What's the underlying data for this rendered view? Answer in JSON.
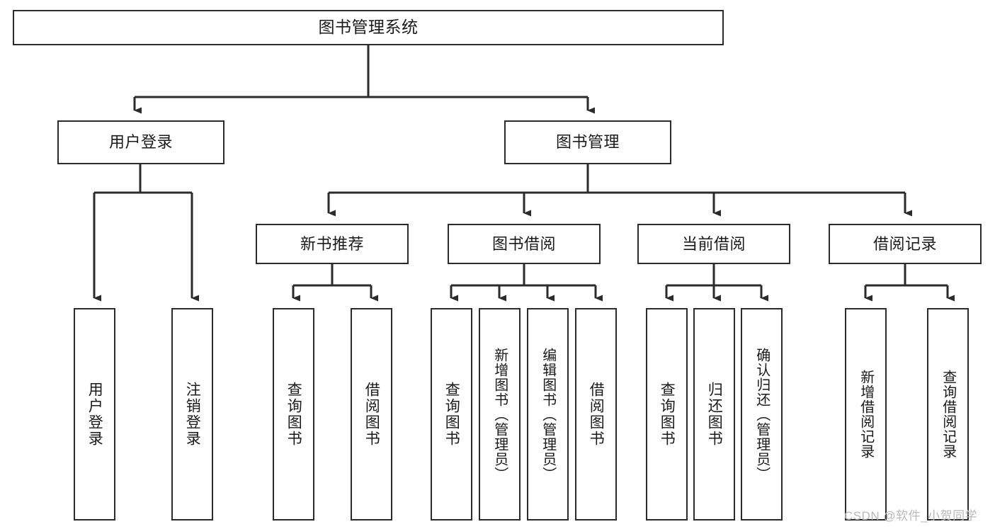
{
  "diagram": {
    "type": "tree-hierarchy",
    "title": "图书管理系统",
    "orientation": "top-down",
    "colors": {
      "box_border": "#2b2b2b",
      "box_fill": "#ffffff",
      "edge": "#2b2b2b",
      "text": "#1a1a1a",
      "watermark": "#b9b9b9",
      "background": "#ffffff"
    },
    "root": {
      "id": "root",
      "label": "图书管理系统",
      "orientation": "horizontal"
    },
    "level2": [
      {
        "id": "user-login",
        "label": "用户登录",
        "orientation": "horizontal"
      },
      {
        "id": "book-manage",
        "label": "图书管理",
        "orientation": "horizontal"
      }
    ],
    "level3": [
      {
        "id": "new-book-recommend",
        "label": "新书推荐",
        "parent": "book-manage",
        "orientation": "horizontal"
      },
      {
        "id": "book-borrow",
        "label": "图书借阅",
        "parent": "book-manage",
        "orientation": "horizontal"
      },
      {
        "id": "current-borrow",
        "label": "当前借阅",
        "parent": "book-manage",
        "orientation": "horizontal"
      },
      {
        "id": "borrow-record",
        "label": "借阅记录",
        "parent": "book-manage",
        "orientation": "horizontal"
      }
    ],
    "leaves": [
      {
        "id": "leaf-user-login",
        "label": "用户登录",
        "parent": "user-login",
        "orientation": "vertical"
      },
      {
        "id": "leaf-user-logout",
        "label": "注销登录",
        "parent": "user-login",
        "orientation": "vertical"
      },
      {
        "id": "leaf-query-book-1",
        "label": "查询图书",
        "parent": "new-book-recommend",
        "orientation": "vertical"
      },
      {
        "id": "leaf-borrow-book-1",
        "label": "借阅图书",
        "parent": "new-book-recommend",
        "orientation": "vertical"
      },
      {
        "id": "leaf-query-book-2",
        "label": "查询图书",
        "parent": "book-borrow",
        "orientation": "vertical"
      },
      {
        "id": "leaf-add-book",
        "label": "新增图书（管理员）",
        "parent": "book-borrow",
        "orientation": "vertical"
      },
      {
        "id": "leaf-edit-book",
        "label": "编辑图书（管理员）",
        "parent": "book-borrow",
        "orientation": "vertical"
      },
      {
        "id": "leaf-borrow-book-2",
        "label": "借阅图书",
        "parent": "book-borrow",
        "orientation": "vertical"
      },
      {
        "id": "leaf-query-book-3",
        "label": "查询图书",
        "parent": "current-borrow",
        "orientation": "vertical"
      },
      {
        "id": "leaf-return-book",
        "label": "归还图书",
        "parent": "current-borrow",
        "orientation": "vertical"
      },
      {
        "id": "leaf-confirm-return",
        "label": "确认归还（管理员）",
        "parent": "current-borrow",
        "orientation": "vertical"
      },
      {
        "id": "leaf-add-record",
        "label": "新增借阅记录",
        "parent": "borrow-record",
        "orientation": "vertical"
      },
      {
        "id": "leaf-query-record",
        "label": "查询借阅记录",
        "parent": "borrow-record",
        "orientation": "vertical"
      }
    ]
  },
  "watermark": {
    "text": "CSDN @软件_小贺同学"
  }
}
